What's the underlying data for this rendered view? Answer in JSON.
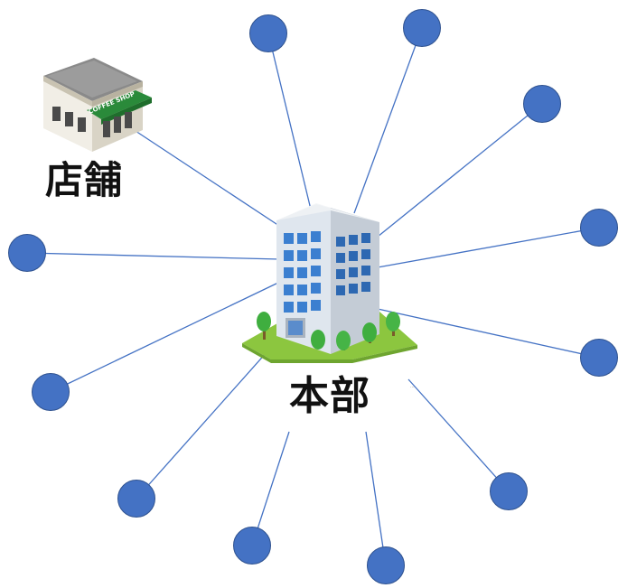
{
  "labels": {
    "headquarters": "本部",
    "store": "店舗",
    "store_sign": "COFFEE SHOP"
  },
  "colors": {
    "node_fill": "#4472c4",
    "node_stroke": "#2f528f",
    "link": "#4472c4",
    "building_glass": "#3b7fd0",
    "awning": "#2a8a3a",
    "lawn": "#8cc63f"
  },
  "network": {
    "hub": "headquarters",
    "outer_node_count": 12,
    "store_connected": true
  }
}
